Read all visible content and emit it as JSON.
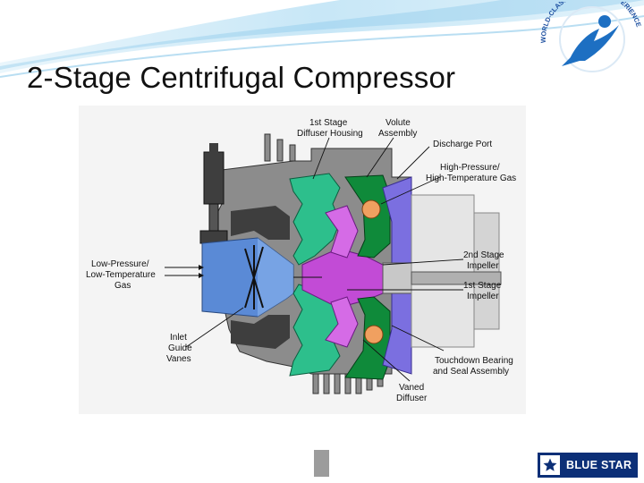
{
  "slide": {
    "title": "2-Stage Centrifugal Compressor",
    "badge_text": "WORLD-CLASS CUSTOMER EXPERIENCE",
    "footer_brand": "BLUE STAR"
  },
  "diagram": {
    "labels": {
      "diffuser_housing_1": "1st Stage",
      "diffuser_housing_2": "Diffuser Housing",
      "volute_1": "Volute",
      "volute_2": "Assembly",
      "discharge": "Discharge Port",
      "hp_gas_1": "High-Pressure/",
      "hp_gas_2": "High-Temperature Gas",
      "impeller2_1": "2nd Stage",
      "impeller2_2": "Impeller",
      "impeller1_1": "1st Stage",
      "impeller1_2": "Impeller",
      "bearing_1": "Touchdown Bearing",
      "bearing_2": "and Seal Assembly",
      "vaned_1": "Vaned",
      "vaned_2": "Diffuser",
      "lp_gas_1": "Low-Pressure/",
      "lp_gas_2": "Low-Temperature",
      "lp_gas_3": "Gas",
      "igv_1": "Inlet",
      "igv_2": "Guide",
      "igv_3": "Vanes"
    }
  },
  "colors": {
    "header_blue": "#7fc4e8",
    "casing_gray": "#8c8c8c",
    "dark_gray": "#3e3e3e",
    "impeller_green": "#2dbf8c",
    "volute_green": "#0f8a3a",
    "magenta": "#c24bd6",
    "purple": "#7b6fe0",
    "orange": "#f0a060",
    "inlet_blue": "#5a8ad6",
    "brand_navy": "#0c2f77"
  }
}
